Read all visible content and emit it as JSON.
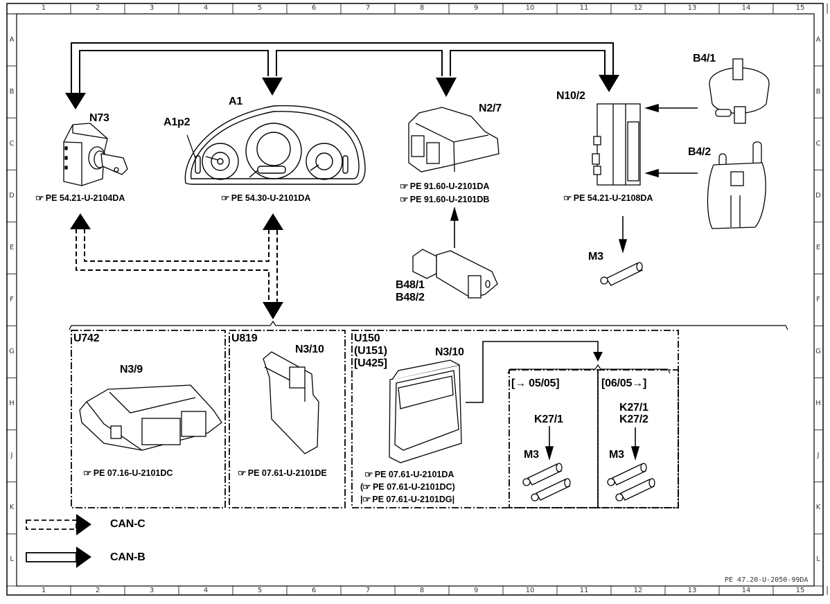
{
  "diagram": {
    "document_id": "PE 47.20-U-2050-99DA",
    "grid": {
      "columns": [
        "1",
        "2",
        "3",
        "4",
        "5",
        "6",
        "7",
        "8",
        "9",
        "10",
        "11",
        "12",
        "13",
        "14",
        "15"
      ],
      "rows": [
        "A",
        "B",
        "C",
        "D",
        "E",
        "F",
        "G",
        "H",
        "J",
        "K",
        "L"
      ]
    },
    "components": {
      "n73": {
        "label": "N73",
        "ref": "PE  54.21-U-2104DA"
      },
      "a1": {
        "label": "A1",
        "ref": "PE  54.30-U-2101DA"
      },
      "a1p2": {
        "label": "A1p2"
      },
      "n2_7": {
        "label": "N2/7",
        "refs": [
          "PE  91.60-U-2101DA",
          "PE  91.60-U-2101DB"
        ]
      },
      "n10_2": {
        "label": "N10/2",
        "ref": "PE  54.21-U-2108DA"
      },
      "b4_1": {
        "label": "B4/1"
      },
      "b4_2": {
        "label": "B4/2"
      },
      "m3_top": {
        "label": "M3"
      },
      "b48": {
        "labels": [
          "B48/1",
          "B48/2"
        ]
      }
    },
    "groups": {
      "u742": {
        "variant": "U742",
        "label": "N3/9",
        "ref": "PE  07.16-U-2101DC"
      },
      "u819": {
        "variant": "U819",
        "label": "N3/10",
        "ref": "PE  07.61-U-2101DE"
      },
      "u150": {
        "variants": [
          "U150",
          "(U151)",
          "[U425]"
        ],
        "label": "N3/10",
        "refs": [
          {
            "prefix": "",
            "text": "PE  07.61-U-2101DA",
            "suffix": ""
          },
          {
            "prefix": "(",
            "text": "PE  07.61-U-2101DC",
            "suffix": ")"
          },
          {
            "prefix": "|",
            "text": "PE  07.61-U-2101DG",
            "suffix": "|"
          }
        ]
      },
      "upto_0505": {
        "period": "[→ 05/05]",
        "relay": "K27/1",
        "motor": "M3"
      },
      "from_0605": {
        "period": "[06/05→]",
        "relays": [
          "K27/1",
          "K27/2"
        ],
        "motor": "M3"
      }
    },
    "legend": [
      {
        "style": "dashed",
        "label": "CAN-C"
      },
      {
        "style": "solid",
        "label": "CAN-B"
      }
    ],
    "ref_icon": "pointing-hand-icon",
    "ref_glyph": "☞"
  }
}
